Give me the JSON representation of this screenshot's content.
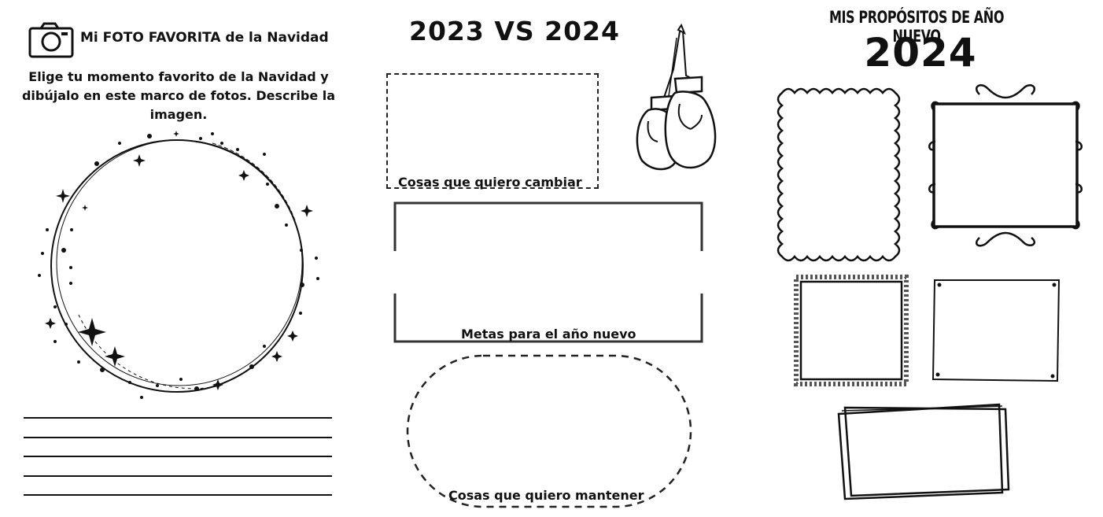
{
  "left": {
    "title": "Mi FOTO FAVORITA de la Navidad",
    "instructions": "Elige tu momento favorito de la Navidad y dibújalo en este marco de fotos. Describe la imagen.",
    "icon": "camera-icon",
    "writing_lines": 5
  },
  "middle": {
    "title": "2023 VS 2024",
    "box_change_label": "Cosas que quiero cambiar",
    "box_goals_label": "Metas para el año nuevo",
    "box_keep_label": "Cosas que quiero mantener",
    "illustration": "boxing-gloves-icon"
  },
  "right": {
    "title_line1": "MIS PROPÓSITOS DE AÑO NUEVO",
    "title_line2": "2024"
  },
  "colors": {
    "ink": "#111111",
    "paper": "#ffffff"
  }
}
